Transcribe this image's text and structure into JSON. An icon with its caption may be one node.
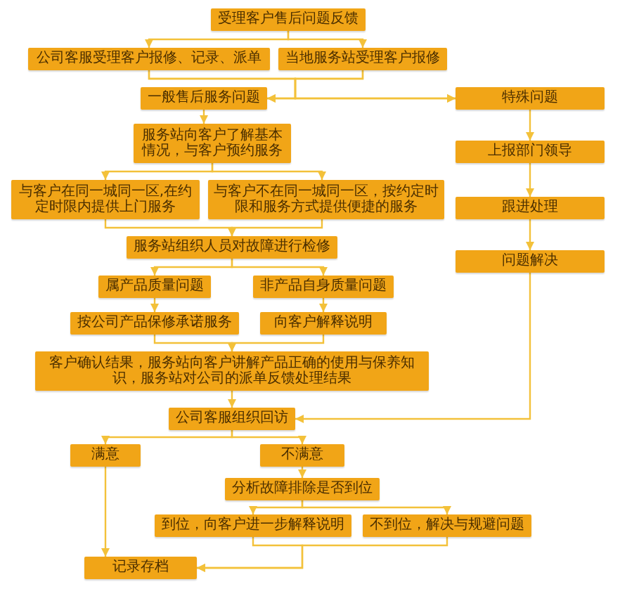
{
  "diagram": {
    "nodes": [
      {
        "text": [
          "受理客户售后问题反馈"
        ]
      },
      {
        "text": [
          "公司客服受理客户报修、记录、派单"
        ]
      },
      {
        "text": [
          "当地服务站受理客户报修"
        ]
      },
      {
        "text": [
          "一般售后服务问题"
        ]
      },
      {
        "text": [
          "特殊问题"
        ]
      },
      {
        "text": [
          "服务站向客户了解基本情况，与客户预约服务"
        ]
      },
      {
        "text": [
          "上报部门领导"
        ]
      },
      {
        "text": [
          "与客户在同一城同一区,在约定时限内提供上门服务"
        ]
      },
      {
        "text": [
          "与客户不在同一城同一区，按约定时限和服务方式提供便捷的服务"
        ]
      },
      {
        "text": [
          "跟进处理"
        ]
      },
      {
        "text": [
          "服务站组织人员对故障进行检修"
        ]
      },
      {
        "text": [
          "问题解决"
        ]
      },
      {
        "text": [
          "属产品质量问题"
        ]
      },
      {
        "text": [
          "非产品自身质量问题"
        ]
      },
      {
        "text": [
          "按公司产品保修承诺服务"
        ]
      },
      {
        "text": [
          "向客户解释说明"
        ]
      },
      {
        "text": [
          "客户确认结果，服务站向客户讲解产品正确的使用与保养知识，服务站对公司的派单反馈处理结果"
        ]
      },
      {
        "text": [
          "公司客服组织回访"
        ]
      },
      {
        "text": [
          "满意"
        ]
      },
      {
        "text": [
          "不满意"
        ]
      },
      {
        "text": [
          "分析故障排除是否到位"
        ]
      },
      {
        "text": [
          "到位，向客户进一步解释说明"
        ]
      },
      {
        "text": [
          "不到位，解决与规避问题"
        ]
      },
      {
        "text": [
          "记录存档"
        ]
      }
    ],
    "edges": [
      {
        "from": 0,
        "to": 1,
        "arrow": "to"
      },
      {
        "from": 0,
        "to": 2,
        "arrow": "to"
      },
      {
        "from": 1,
        "to": 3,
        "arrow": "to"
      },
      {
        "from": 1,
        "to": 4,
        "arrow": "to"
      },
      {
        "from": 2,
        "to": 3,
        "arrow": "to"
      },
      {
        "from": 2,
        "to": 4,
        "arrow": "to"
      },
      {
        "from": 3,
        "to": 5,
        "arrow": "to"
      },
      {
        "from": 4,
        "to": 6,
        "arrow": "to"
      },
      {
        "from": 6,
        "to": 9,
        "arrow": "to"
      },
      {
        "from": 9,
        "to": 11,
        "arrow": "to"
      },
      {
        "from": 11,
        "to": 17,
        "arrow": "to"
      },
      {
        "from": 5,
        "to": 7,
        "arrow": "to"
      },
      {
        "from": 5,
        "to": 8,
        "arrow": "to"
      },
      {
        "from": 7,
        "to": 10,
        "arrow": "to"
      },
      {
        "from": 8,
        "to": 10,
        "arrow": "to"
      },
      {
        "from": 10,
        "to": 12,
        "arrow": "to"
      },
      {
        "from": 10,
        "to": 13,
        "arrow": "to"
      },
      {
        "from": 12,
        "to": 14,
        "arrow": "to"
      },
      {
        "from": 13,
        "to": 15,
        "arrow": "to"
      },
      {
        "from": 14,
        "to": 16,
        "arrow": "to"
      },
      {
        "from": 15,
        "to": 16,
        "arrow": "to"
      },
      {
        "from": 16,
        "to": 17,
        "arrow": "to"
      },
      {
        "from": 17,
        "to": 18,
        "arrow": "to"
      },
      {
        "from": 17,
        "to": 19,
        "arrow": "to"
      },
      {
        "from": 19,
        "to": 20,
        "arrow": "to"
      },
      {
        "from": 20,
        "to": 21,
        "arrow": "to"
      },
      {
        "from": 20,
        "to": 22,
        "arrow": "to"
      },
      {
        "from": 18,
        "to": 23,
        "arrow": "to"
      },
      {
        "from": 21,
        "to": 23,
        "arrow": "to"
      },
      {
        "from": 22,
        "to": 23,
        "arrow": "to"
      }
    ]
  }
}
